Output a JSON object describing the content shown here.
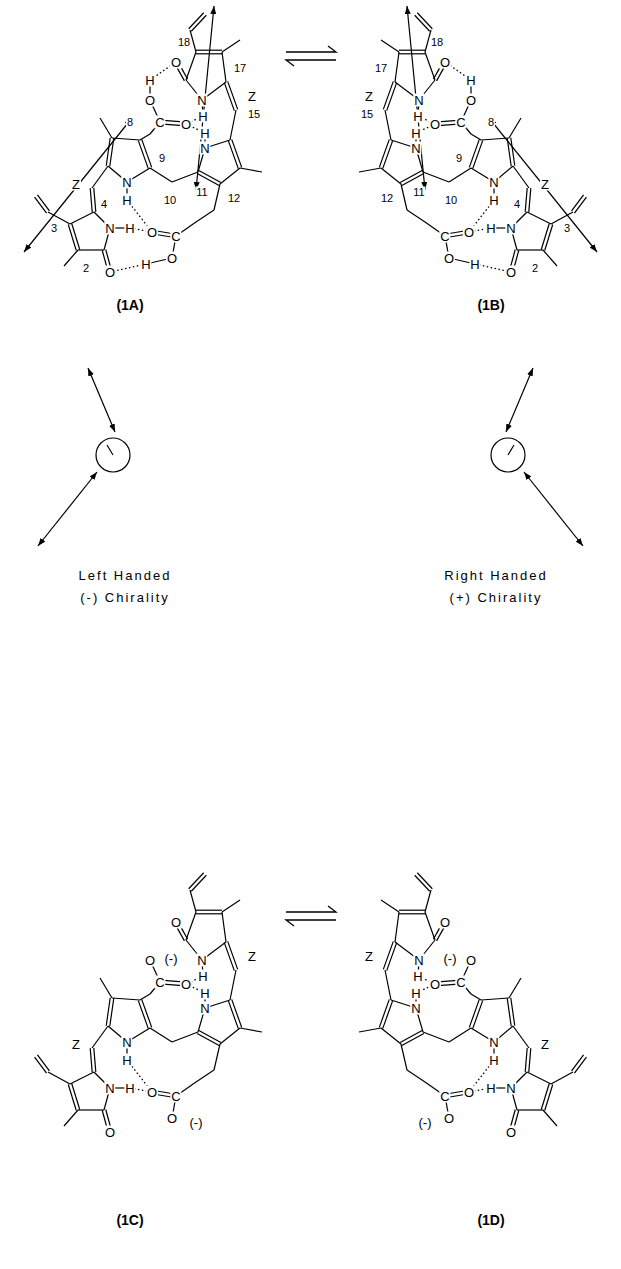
{
  "diagram": {
    "labels": [
      "O",
      "H",
      "O",
      "18",
      "17",
      "N",
      "H",
      "C",
      "O",
      "Z",
      "15",
      "8",
      "H",
      "N",
      "9",
      "N",
      "Z",
      "11",
      "10",
      "12",
      "H",
      "4",
      "3",
      "N",
      "H",
      "O",
      "C",
      "O",
      "H",
      "2",
      "O",
      "(1A)",
      "O",
      "H",
      "O",
      "18",
      "17",
      "N",
      "H",
      "C",
      "O",
      "Z",
      "15",
      "8",
      "H",
      "N",
      "9",
      "N",
      "Z",
      "11",
      "10",
      "12",
      "H",
      "4",
      "3",
      "N",
      "H",
      "O",
      "C",
      "O",
      "H",
      "2",
      "O",
      "(1B)",
      "Left Handed",
      "(-) Chirality",
      "Right Handed",
      "(+) Chirality",
      "O",
      "O",
      "(-)",
      "N",
      "Z",
      "H",
      "C",
      "O",
      "H",
      "N",
      "N",
      "Z",
      "H",
      "N",
      "H",
      "O",
      "C",
      "O",
      "(-)",
      "O",
      "(1C)",
      "O",
      "O",
      "(-)",
      "N",
      "Z",
      "H",
      "C",
      "O",
      "H",
      "N",
      "N",
      "Z",
      "H",
      "N",
      "H",
      "O",
      "C",
      "O",
      "(-)",
      "O",
      "(1D)"
    ]
  }
}
